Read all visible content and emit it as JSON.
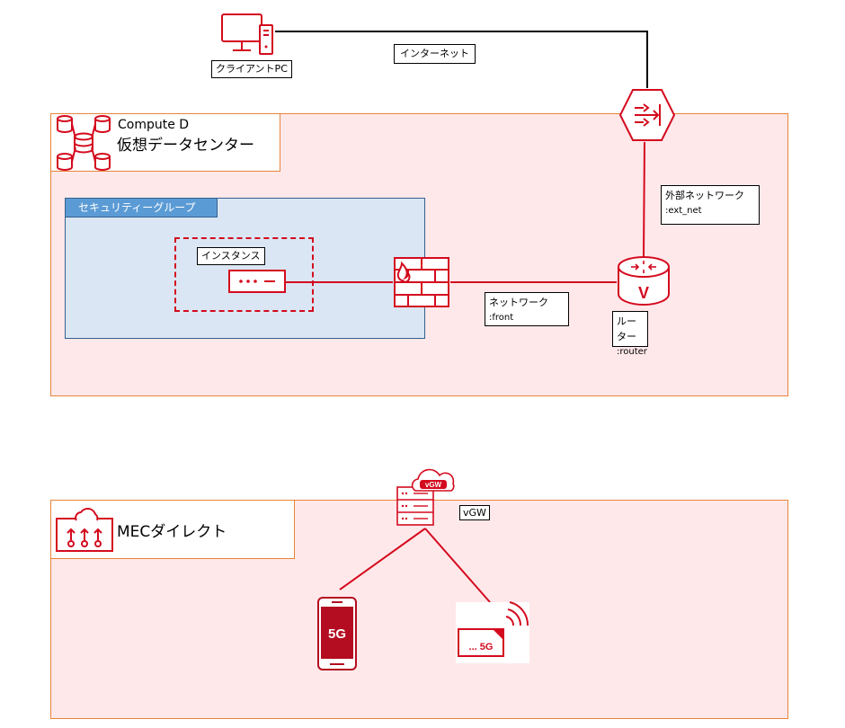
{
  "client": {
    "label": "クライアントPC"
  },
  "internet": {
    "label": "インターネット"
  },
  "compute": {
    "title": "Compute D",
    "subtitle": "仮想データセンター"
  },
  "security_group": {
    "label": "セキュリティーグループ"
  },
  "instance": {
    "label": "インスタンス"
  },
  "ext_network": {
    "line1": "外部ネットワーク",
    "line2": ":ext_net"
  },
  "front_network": {
    "line1": "ネットワーク",
    "line2": ":front"
  },
  "router": {
    "line1": "ルーター",
    "line2": ":router",
    "glyph": "V"
  },
  "mec": {
    "title": "MECダイレクト"
  },
  "vgw": {
    "label": "vGW",
    "cloud_text": "vGW"
  },
  "devices": {
    "phone_text": "5G",
    "router_text": "... 5G"
  },
  "icons": {
    "client": "desktop-pc-icon",
    "gateway": "internet-gateway-icon",
    "compute": "database-cluster-icon",
    "firewall": "firewall-icon",
    "router": "virtual-router-icon",
    "instance": "server-instance-icon",
    "mec": "edge-cloud-icon",
    "vgw": "vgw-server-icon",
    "phone": "5g-phone-icon",
    "home_router": "5g-router-icon"
  },
  "colors": {
    "accent": "#d40a1e",
    "region_fill": "#ffe8ea",
    "region_border": "#e8843a",
    "sg_fill": "#dae6f3",
    "sg_label": "#5b9bd5"
  }
}
